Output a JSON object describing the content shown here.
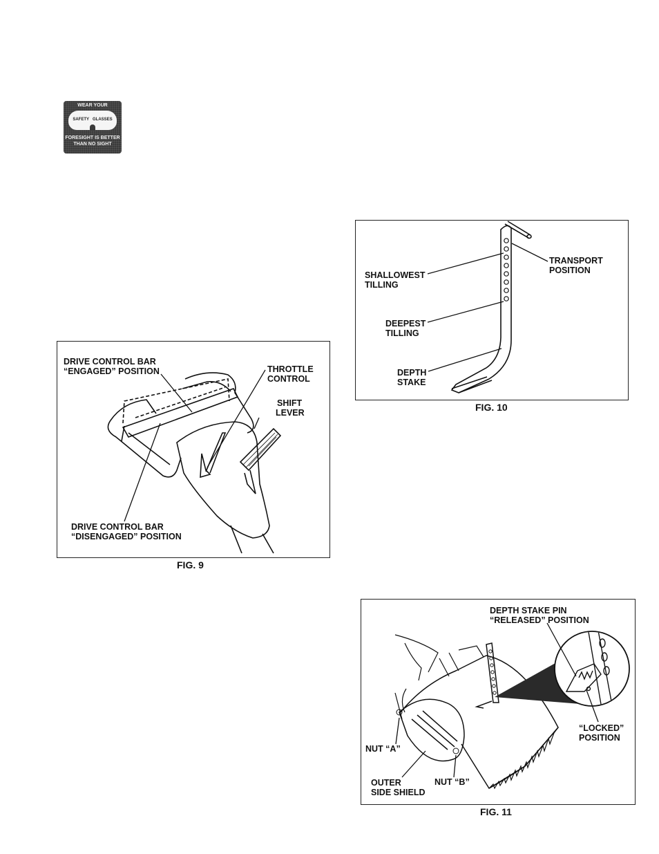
{
  "badge": {
    "top": "WEAR YOUR",
    "left": "SAFETY",
    "right": "GLASSES",
    "line3": "FORESIGHT IS BETTER",
    "line4": "THAN NO SIGHT"
  },
  "fig9": {
    "caption": "FIG. 9",
    "engaged_1": "DRIVE CONTROL BAR",
    "engaged_2": "“ENGAGED” POSITION",
    "throttle_1": "THROTTLE",
    "throttle_2": "CONTROL",
    "shift_1": "SHIFT",
    "shift_2": "LEVER",
    "disengaged_1": "DRIVE CONTROL BAR",
    "disengaged_2": "“DISENGAGED” POSITION"
  },
  "fig10": {
    "caption": "FIG. 10",
    "transport_1": "TRANSPORT",
    "transport_2": "POSITION",
    "shallow_1": "SHALLOWEST",
    "shallow_2": "TILLING",
    "deep_1": "DEEPEST",
    "deep_2": "TILLING",
    "stake_1": "DEPTH",
    "stake_2": "STAKE"
  },
  "fig11": {
    "caption": "FIG. 11",
    "released_1": "DEPTH STAKE PIN",
    "released_2": "“RELEASED” POSITION",
    "locked_1": "“LOCKED”",
    "locked_2": "POSITION",
    "nut_a": "NUT “A”",
    "nut_b": "NUT “B”",
    "shield_1": "OUTER",
    "shield_2": "SIDE SHIELD"
  }
}
